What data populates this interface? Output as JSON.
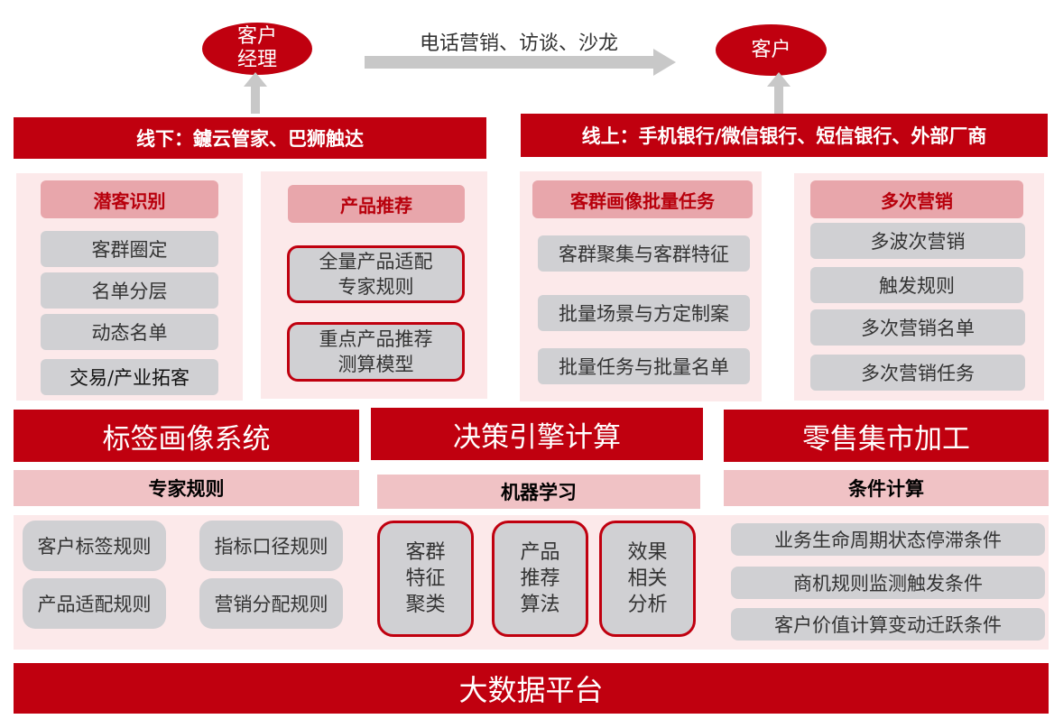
{
  "top": {
    "manager": "客户\n经理",
    "channels": "电话营销、访谈、沙龙",
    "customer": "客户"
  },
  "offline_bar": "线下：鑢云管家、巴狮触达",
  "online_bar": "线上：手机银行/微信银行、短信银行、外部厂商",
  "panels": {
    "latent": {
      "title": "潜客识别",
      "items": [
        "客群圈定",
        "名单分层",
        "动态名单",
        "交易/产业拓客"
      ]
    },
    "product": {
      "title": "产品推荐",
      "items": [
        "全量产品适配\n专家规则",
        "重点产品推荐\n测算模型"
      ]
    },
    "portrait": {
      "title": "客群画像批量任务",
      "items": [
        "客群聚集与客群特征",
        "批量场景与方定制案",
        "批量任务与批量名单"
      ]
    },
    "multi": {
      "title": "多次营销",
      "items": [
        "多波次营销",
        "触发规则",
        "多次营销名单",
        "多次营销任务"
      ]
    }
  },
  "systems": [
    "标签画像系统",
    "决策引擎计算",
    "零售集市加工"
  ],
  "methods": [
    "专家规则",
    "机器学习",
    "条件计算"
  ],
  "expert_rules": [
    "客户标签规则",
    "指标口径规则",
    "产品适配规则",
    "营销分配规则"
  ],
  "ml_items": [
    "客群\n特征\n聚类",
    "产品\n推荐\n算法",
    "效果\n相关\n分析"
  ],
  "conditions": [
    "业务生命周期状态停滞条件",
    "商机规则监测触发条件",
    "客户价值计算变动迁跃条件"
  ],
  "platform": "大数据平台",
  "colors": {
    "red": "#c0000f",
    "pink": "#fce9ea",
    "grey": "#d0d0d3",
    "arrow": "#c8c8c8"
  }
}
